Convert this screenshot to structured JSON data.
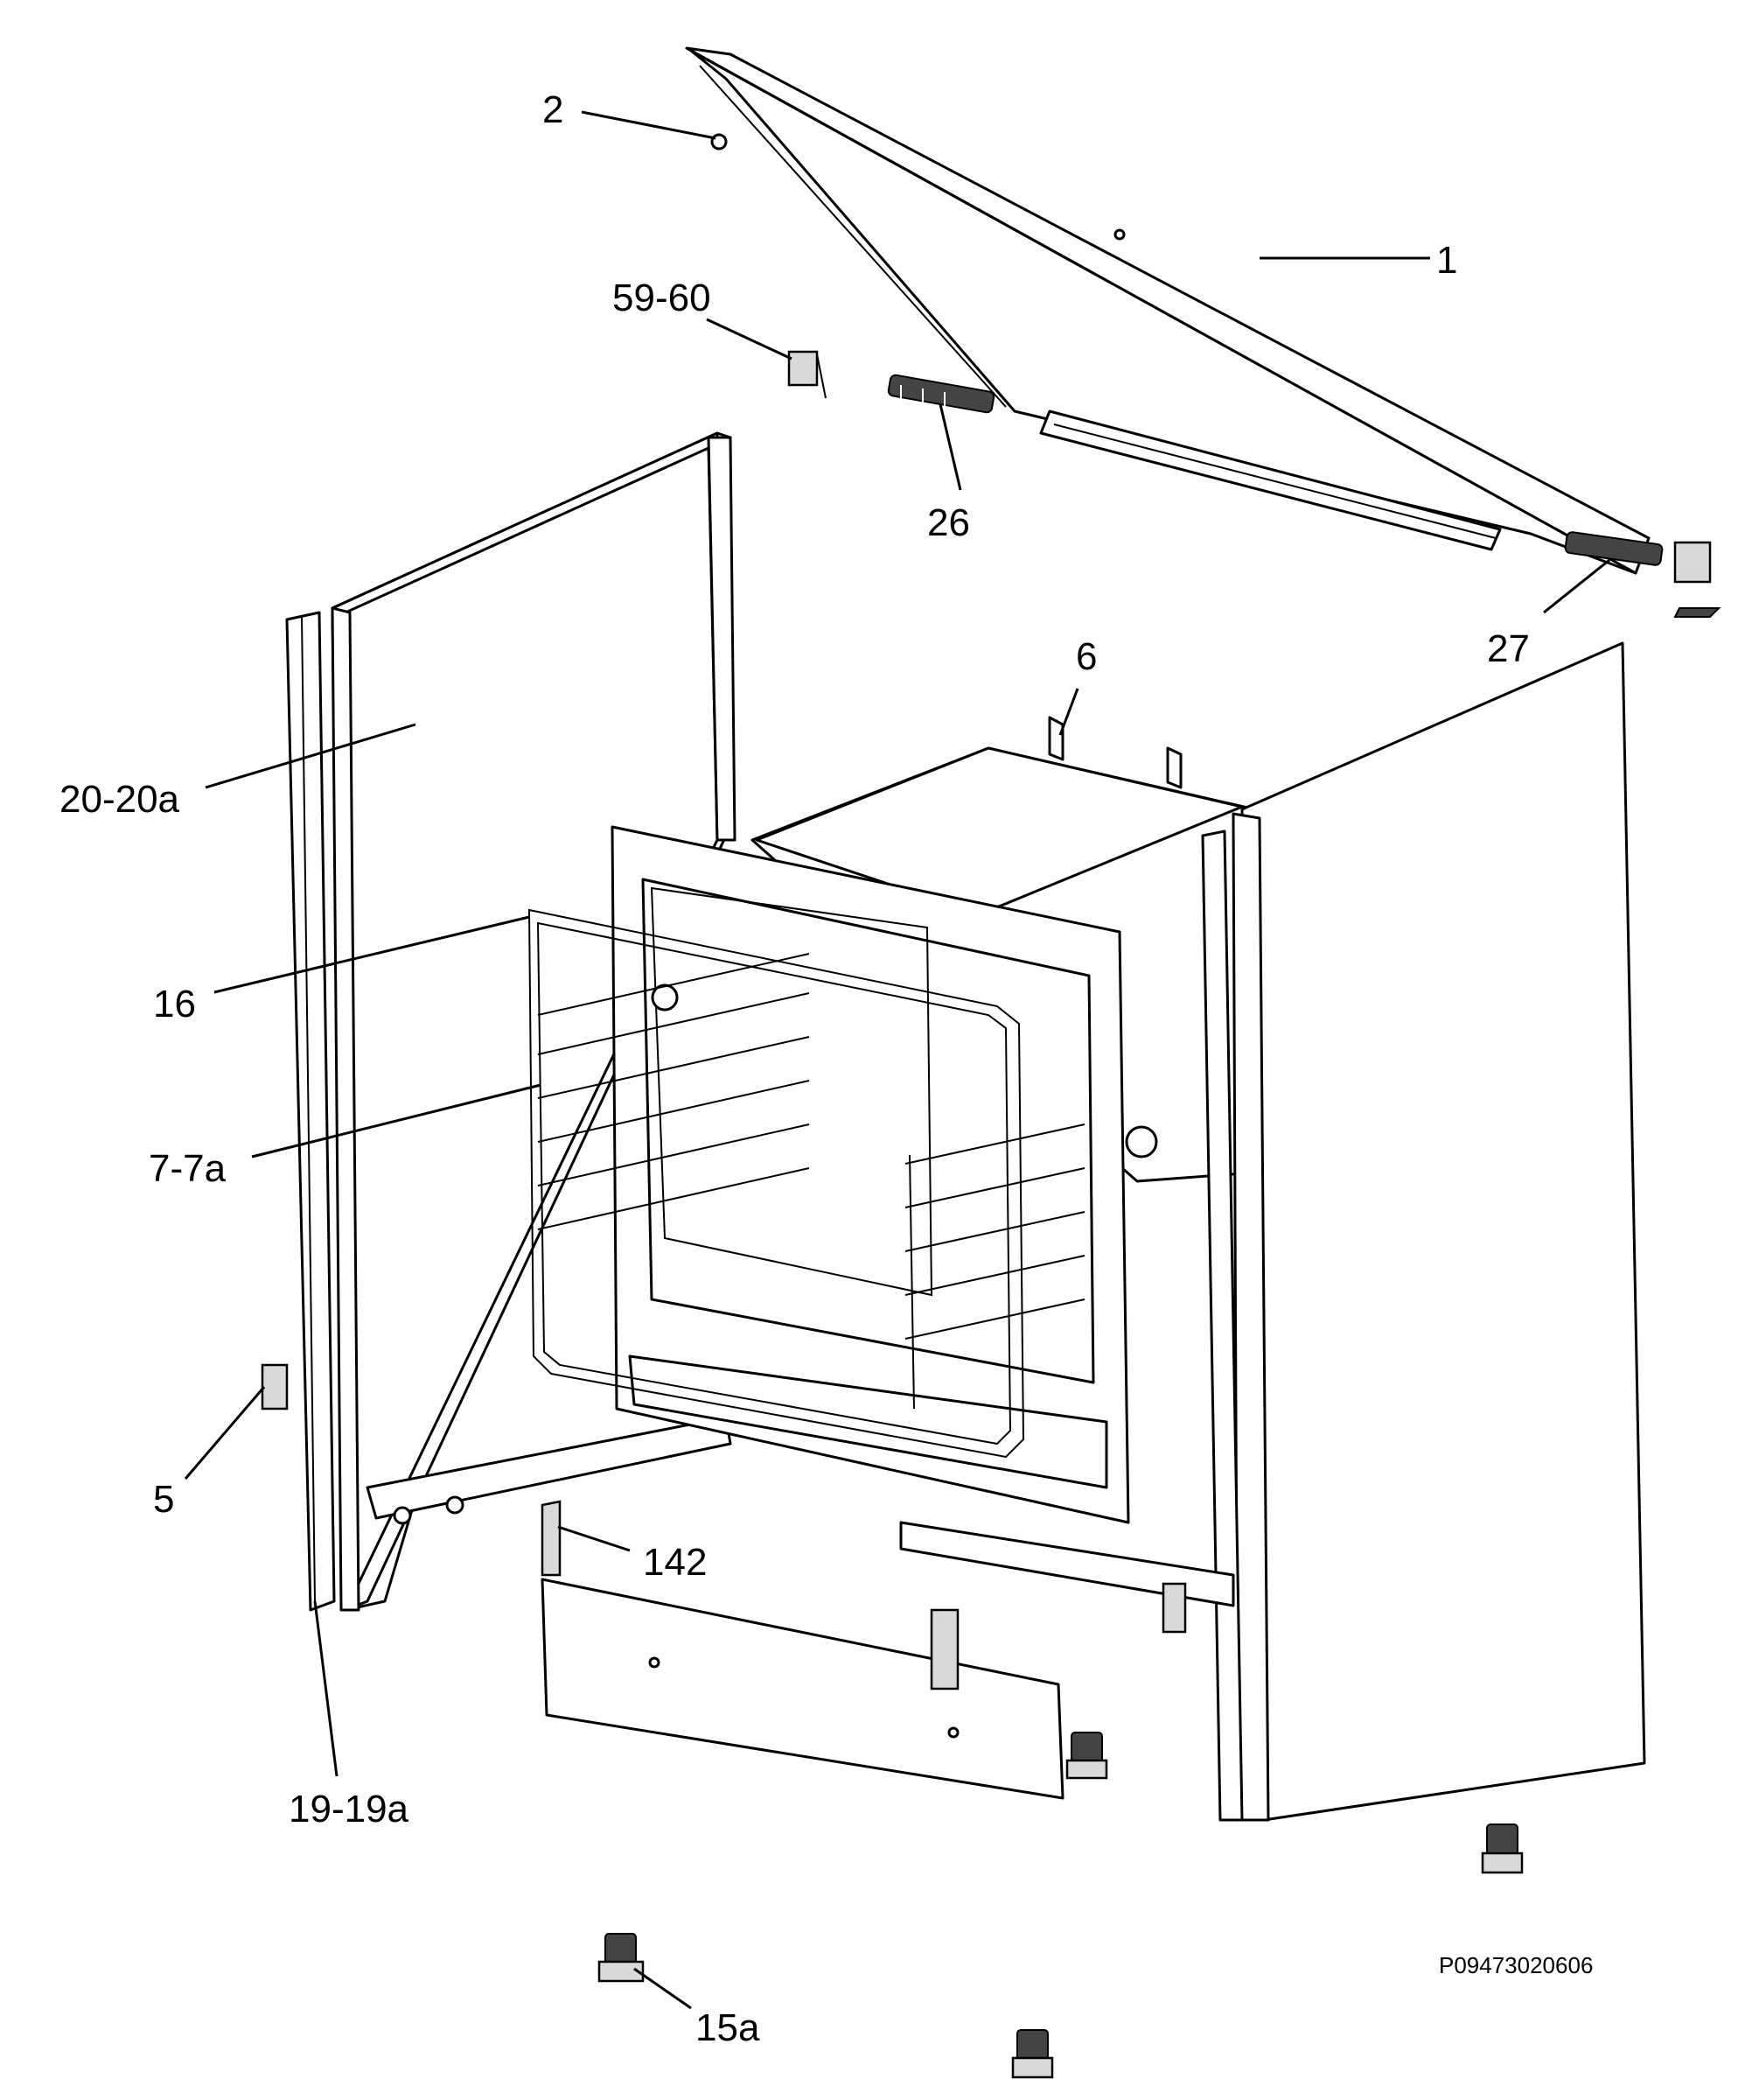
{
  "diagram": {
    "code": "P09473020606",
    "labels": {
      "l1": "1",
      "l2": "2",
      "l5": "5",
      "l6": "6",
      "l7": "7-7a",
      "l15a": "15a",
      "l16": "16",
      "l19": "19-19a",
      "l20": "20-20a",
      "l26": "26",
      "l27": "27",
      "l59": "59-60",
      "l142": "142"
    }
  }
}
